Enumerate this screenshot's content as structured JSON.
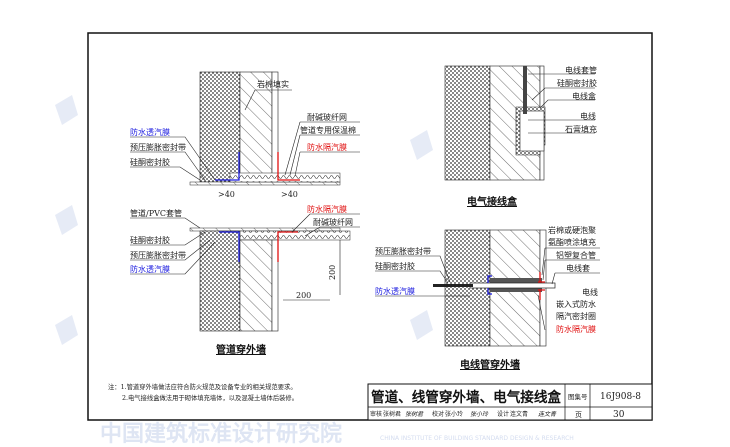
{
  "watermark": {
    "text": "中国建筑标准设计研究院",
    "subtext": "CHINA INSTITUTE OF BUILDING STANDARD DESIGN & RESEARCH"
  },
  "colors": {
    "blue": "#1a1adf",
    "red": "#e01010",
    "watermark": "#b8c6e6"
  },
  "detail_pipe": {
    "title": "管道穿外墙",
    "top_labels": {
      "rock_wool": "岩棉填实",
      "mesh": "耐碱玻纤网",
      "pipe_insulation": "管道专用保温棉",
      "vapor_barrier": "防水隔汽膜",
      "breathable": "防水透汽膜",
      "seal_tape": "预压膨胀密封带",
      "silicone": "硅酮密封胶"
    },
    "dims": {
      "d1": ">40",
      "d2": ">40",
      "v200": "200",
      "h200": "200"
    },
    "bottom_labels": {
      "vapor_barrier": "防水隔汽膜",
      "mesh": "耐碱玻纤网",
      "sleeve": "管道/PVC套管",
      "silicone": "硅酮密封胶",
      "seal_tape": "预压膨胀密封带",
      "breathable": "防水透汽膜"
    }
  },
  "detail_box": {
    "title": "电气接线盒",
    "labels": [
      "电线套管",
      "硅酮密封胶",
      "电线盒",
      "电线",
      "石膏填充"
    ]
  },
  "detail_conduit": {
    "title": "电线管穿外墙",
    "right_labels": [
      "岩棉或硬泡聚",
      "氨酯喷涂填充",
      "铝塑复合管",
      "电线套",
      "电线",
      "嵌入式防水",
      "隔汽密封圈"
    ],
    "right_red": "防水隔汽膜",
    "left_labels": [
      "预压膨胀密封带",
      "硅酮密封胶"
    ],
    "left_blue": "防水透汽膜"
  },
  "notes": [
    "注：1.管道穿外墙做法应符合防火规范及设备专业的相关规范要求。",
    "2.电气接线盒做法用于砌体填充墙体，以及混凝土墙体后装修。"
  ],
  "title_block": {
    "title": "管道、线管穿外墙、电气接线盒",
    "atlas_label": "图集号",
    "atlas_no": "16J908-8",
    "review_label": "审核",
    "reviewer": "张树君",
    "review_sig": "张树君",
    "check_label": "校对",
    "checker": "张小玲",
    "check_sig": "张小玲",
    "design_label": "设计",
    "designer": "连文青",
    "design_sig": "连文青",
    "page_label": "页",
    "page_no": "30"
  }
}
